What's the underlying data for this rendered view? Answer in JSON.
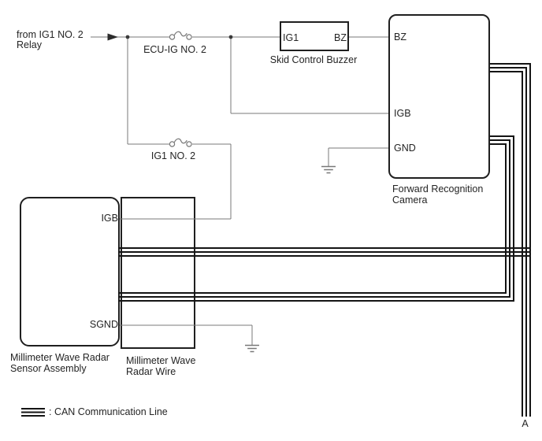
{
  "source": {
    "line1": "from IG1 NO. 2",
    "line2": "Relay"
  },
  "fuses": {
    "fuse1_label": "ECU-IG NO. 2",
    "fuse2_label": "IG1 NO. 2"
  },
  "buzzer": {
    "pin_ig1": "IG1",
    "pin_bz": "BZ",
    "label": "Skid Control Buzzer"
  },
  "camera": {
    "pin_bz": "BZ",
    "pin_igb": "IGB",
    "pin_gnd": "GND",
    "label_line1": "Forward Recognition",
    "label_line2": "Camera"
  },
  "radar_sensor": {
    "pin_igb": "IGB",
    "pin_sgnd": "SGND",
    "label_line1": "Millimeter Wave Radar",
    "label_line2": "Sensor Assembly"
  },
  "radar_wire": {
    "label_line1": "Millimeter Wave",
    "label_line2": "Radar Wire"
  },
  "connector": {
    "label": "A"
  },
  "legend": {
    "label": ": CAN Communication Line"
  },
  "colors": {
    "wire": "#787878",
    "ink": "#141414"
  }
}
